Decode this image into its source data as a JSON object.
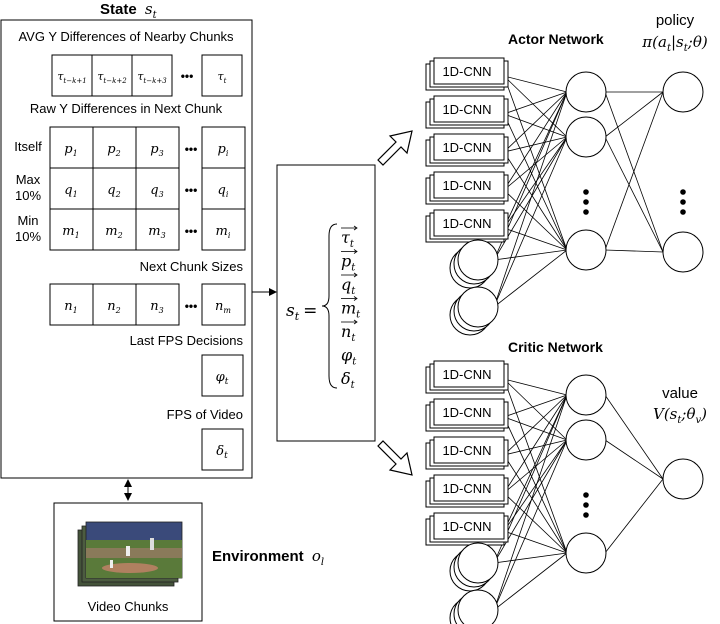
{
  "state": {
    "title": "State",
    "title_symbol": "s",
    "title_sub": "t",
    "avg_label": "AVG Y Differences of Nearby Chunks",
    "avg_cells": [
      {
        "base": "τ",
        "sub": "t−k+1"
      },
      {
        "base": "τ",
        "sub": "t−k+2"
      },
      {
        "base": "τ",
        "sub": "t−k+3"
      },
      {
        "base": "τ",
        "sub": "t"
      }
    ],
    "raw_label": "Raw Y Differences in Next Chunk",
    "rows": [
      {
        "label": [
          "Itself"
        ],
        "base": "p"
      },
      {
        "label": [
          "Max",
          "10%"
        ],
        "base": "q"
      },
      {
        "label": [
          "Min",
          "10%"
        ],
        "base": "m"
      }
    ],
    "row_subs": [
      "1",
      "2",
      "3",
      "i"
    ],
    "sizes_label": "Next Chunk Sizes",
    "size_base": "n",
    "size_subs": [
      "1",
      "2",
      "3",
      "m"
    ],
    "fps_dec_label": "Last FPS Decisions",
    "fps_dec_symbol": {
      "base": "φ",
      "sub": "t"
    },
    "fps_video_label": "FPS of Video",
    "fps_video_symbol": {
      "base": "δ",
      "sub": "t"
    },
    "ellipsis": "•••"
  },
  "equation": {
    "lhs": "s",
    "lhs_sub": "t",
    "eq": "=",
    "terms": [
      {
        "base": "τ",
        "sub": "t",
        "vec": true
      },
      {
        "base": "p",
        "sub": "t",
        "vec": true
      },
      {
        "base": "q",
        "sub": "t",
        "vec": true
      },
      {
        "base": "m",
        "sub": "t",
        "vec": true
      },
      {
        "base": "n",
        "sub": "t",
        "vec": true
      },
      {
        "base": "φ",
        "sub": "t",
        "vec": false
      },
      {
        "base": "δ",
        "sub": "t",
        "vec": false
      }
    ]
  },
  "environment": {
    "label": "Environment",
    "symbol": "o",
    "symbol_sub": "l",
    "caption": "Video Chunks"
  },
  "actor": {
    "title": "Actor Network",
    "cnn_label": "1D-CNN",
    "cnn_count": 5,
    "output_title": "policy",
    "output_formula": "π(a",
    "output_formula_parts": [
      "π(a",
      "t",
      "|s",
      "t",
      ";θ)"
    ]
  },
  "critic": {
    "title": "Critic Network",
    "cnn_label": "1D-CNN",
    "cnn_count": 5,
    "output_title": "value",
    "output_formula_parts": [
      "V(s",
      "t",
      ";θ",
      "v",
      ")"
    ]
  },
  "colors": {
    "stroke": "#000000",
    "background": "#ffffff",
    "field_green": "#5a7a3a",
    "crowd": "#3a4a7a",
    "dirt": "#b08060"
  }
}
